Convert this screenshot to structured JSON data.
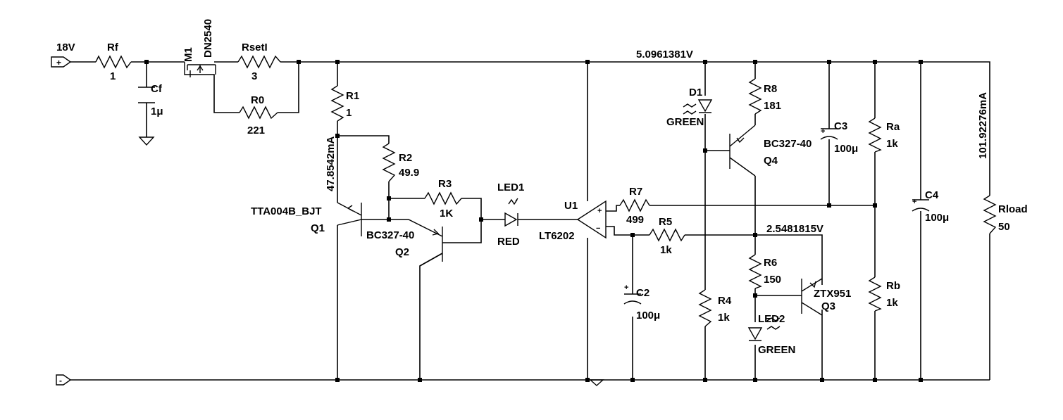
{
  "supply": {
    "voltage_label": "18V",
    "plus_symbol": "+",
    "minus_symbol": "-"
  },
  "components": {
    "Rf": {
      "name": "Rf",
      "value": "1"
    },
    "Cf": {
      "name": "Cf",
      "value": "1μ"
    },
    "M1": {
      "name": "M1",
      "part": "DN2540"
    },
    "RsetI": {
      "name": "RsetI",
      "value": "3"
    },
    "R0": {
      "name": "R0",
      "value": "221"
    },
    "R1": {
      "name": "R1",
      "value": "1"
    },
    "R2": {
      "name": "R2",
      "value": "49.9"
    },
    "R3": {
      "name": "R3",
      "value": "1K"
    },
    "Q1": {
      "name": "Q1",
      "part": "TTA004B_BJT"
    },
    "Q2": {
      "name": "Q2",
      "part": "BC327-40"
    },
    "LED1": {
      "name": "LED1",
      "color": "RED"
    },
    "U1": {
      "name": "U1",
      "part": "LT6202"
    },
    "R7": {
      "name": "R7",
      "value": "499"
    },
    "R5": {
      "name": "R5",
      "value": "1k"
    },
    "C2": {
      "name": "C2",
      "value": "100μ"
    },
    "D1": {
      "name": "D1",
      "color": "GREEN"
    },
    "R8": {
      "name": "R8",
      "value": "181"
    },
    "Q4": {
      "name": "Q4",
      "part": "BC327-40"
    },
    "R4": {
      "name": "R4",
      "value": "1k"
    },
    "R6": {
      "name": "R6",
      "value": "150"
    },
    "LED2": {
      "name": "LED2",
      "color": "GREEN"
    },
    "Q3": {
      "name": "Q3",
      "part": "ZTX951"
    },
    "C3": {
      "name": "C3",
      "value": "100μ"
    },
    "Ra": {
      "name": "Ra",
      "value": "1k"
    },
    "Rb": {
      "name": "Rb",
      "value": "1k"
    },
    "C4": {
      "name": "C4",
      "value": "100μ"
    },
    "Rload": {
      "name": "Rload",
      "value": "50"
    }
  },
  "annotations": {
    "top_rail_voltage": "5.0961381V",
    "mid_node_voltage": "2.5481815V",
    "r1_current": "47.8542mA",
    "load_current": "101.92276mA"
  }
}
